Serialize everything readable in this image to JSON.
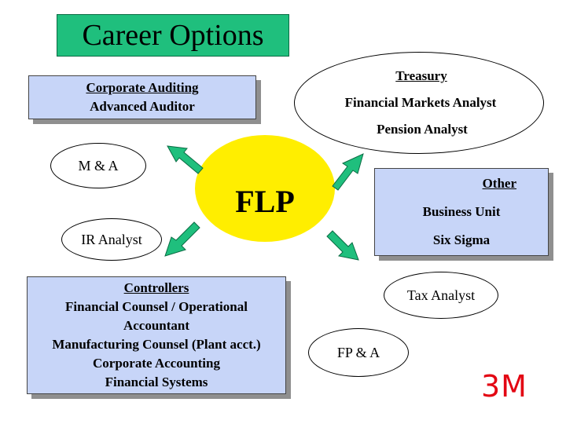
{
  "title": "Career Options",
  "center": "FLP",
  "corporate_auditing": {
    "line1": "Corporate Auditing",
    "line2": "Advanced Auditor"
  },
  "treasury": {
    "heading": "Treasury",
    "line1": "Financial Markets Analyst",
    "line2": "Pension Analyst"
  },
  "m_and_a": "M & A",
  "ir_analyst": "IR Analyst",
  "other": {
    "heading": "Other",
    "line1": "Business Unit",
    "line2": "Six Sigma"
  },
  "controllers": {
    "heading": "Controllers",
    "lines": [
      "Financial Counsel / Operational",
      "Accountant",
      "Manufacturing Counsel (Plant acct.)",
      "Corporate Accounting",
      "Financial Systems"
    ]
  },
  "tax_analyst": "Tax Analyst",
  "fp_and_a": "FP & A",
  "logo": "3M",
  "colors": {
    "title_bg": "#1fbf7d",
    "box_bg": "#c7d5f8",
    "center_bg": "#ffee00",
    "arrow": "#1fbf7d",
    "logo": "#e30613"
  }
}
